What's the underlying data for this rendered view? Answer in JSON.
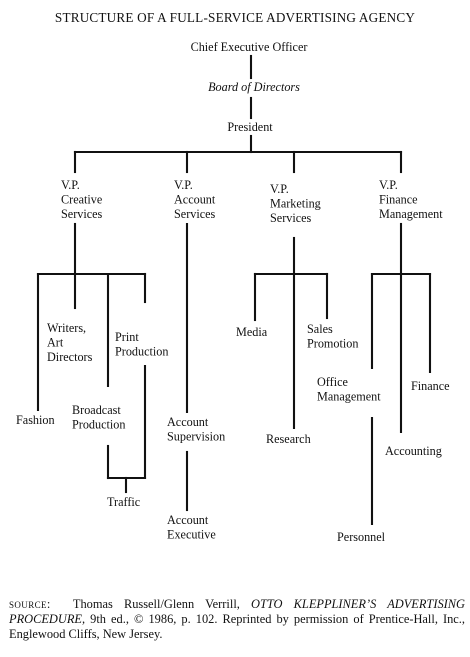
{
  "title": "STRUCTURE OF A FULL-SERVICE ADVERTISING AGENCY",
  "nodes": {
    "ceo": [
      "Chief Executive Officer"
    ],
    "board": [
      "Board of Directors"
    ],
    "president": [
      "President"
    ],
    "vp_creative": [
      "V.P.",
      "Creative",
      "Services"
    ],
    "vp_account": [
      "V.P.",
      "Account",
      "Services"
    ],
    "vp_marketing": [
      "V.P.",
      "Marketing",
      "Services"
    ],
    "vp_finance": [
      "V.P.",
      "Finance",
      "Management"
    ],
    "fashion": [
      "Fashion"
    ],
    "writers": [
      "Writers,",
      "Art",
      "Directors"
    ],
    "broadcast": [
      "Broadcast",
      "Production"
    ],
    "print": [
      "Print",
      "Production"
    ],
    "traffic": [
      "Traffic"
    ],
    "supervision": [
      "Account",
      "Supervision"
    ],
    "executive": [
      "Account",
      "Executive"
    ],
    "media": [
      "Media"
    ],
    "research": [
      "Research"
    ],
    "sales": [
      "Sales",
      "Promotion"
    ],
    "office": [
      "Office",
      "Management"
    ],
    "personnel": [
      "Personnel"
    ],
    "accounting": [
      "Accounting"
    ],
    "finance": [
      "Finance"
    ]
  },
  "source": {
    "label": "source:",
    "authors": "Thomas Russell/Glenn Verrill,",
    "book": "OTTO KLEPPLINER’S ADVERTISING PROCEDURE,",
    "rest": "9th ed., © 1986, p. 102. Reprinted by permission of Prentice-Hall, Inc., Englewood Cliffs, New Jersey."
  }
}
